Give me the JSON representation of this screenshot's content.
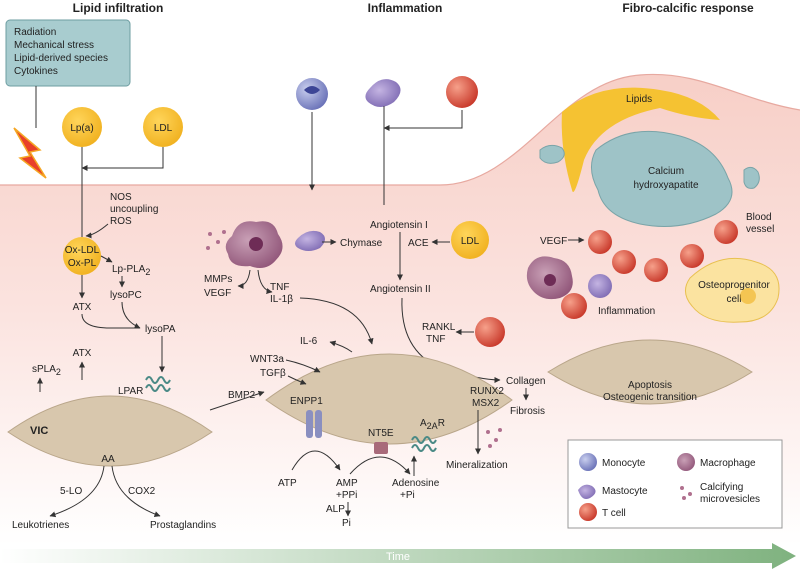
{
  "headers": {
    "lipid": "Lipid infiltration",
    "inflammation": "Inflammation",
    "fibro": "Fibro-calcific response"
  },
  "stimuli": [
    "Radiation",
    "Mechanical stress",
    "Lipid-derived species",
    "Cytokines"
  ],
  "lipid": {
    "lpa": "Lp(a)",
    "ldl": "LDL",
    "nos": [
      "NOS",
      "uncoupling",
      "ROS"
    ],
    "oxldl": [
      "Ox-LDL",
      "Ox-PL"
    ],
    "lppla2": "Lp-PLA",
    "lppla2_sub": "2",
    "lysopc": "lysoPC",
    "atx1": "ATX",
    "atx2": "ATX",
    "lysopa": "lysoPA",
    "spla2": "sPLA",
    "spla2_sub": "2",
    "lpar": "LPAR",
    "vic": "VIC",
    "aa": "AA",
    "lo5": "5-LO",
    "cox2": "COX2",
    "leukotrienes": "Leukotrienes",
    "prostaglandins": "Prostaglandins"
  },
  "inflam": {
    "mmps": "MMPs",
    "vegf": "VEGF",
    "tnf": "TNF",
    "il1b": "IL-1β",
    "il6": "IL-6",
    "wnt3a": "WNT3a",
    "tgfb": "TGFβ",
    "bmp2": "BMP2",
    "angI": "Angiotensin I",
    "chymase": "Chymase",
    "ace": "ACE",
    "ldl": "LDL",
    "angII": "Angiotensin II",
    "rankl": "RANKL",
    "tnf2": "TNF",
    "enpp1": "ENPP1",
    "nt5e": "NT5E",
    "a2ar": "A",
    "a2ar_sub": "2A",
    "a2ar_r": "R",
    "atp": "ATP",
    "amp": [
      "AMP",
      "+PPi"
    ],
    "alp": "ALP",
    "pi": "Pi",
    "adenosine": [
      "Adenosine",
      "+Pi"
    ],
    "runx2": [
      "RUNX2",
      "MSX2"
    ],
    "collagen": "Collagen",
    "fibrosis": "Fibrosis",
    "mineralization": "Mineralization"
  },
  "fibro": {
    "lipids": "Lipids",
    "calcium": [
      "Calcium",
      "hydroxyapatite"
    ],
    "blood_vessel": [
      "Blood",
      "vessel"
    ],
    "vegf": "VEGF",
    "osteo": [
      "Osteoprogenitor",
      "cell"
    ],
    "inflammation": "Inflammation",
    "apoptosis": [
      "Apoptosis",
      "Osteogenic transition"
    ]
  },
  "legend": {
    "monocyte": "Monocyte",
    "macrophage": "Macrophage",
    "mastocyte": "Mastocyte",
    "microvesicles": [
      "Calcifying",
      "microvesicles"
    ],
    "tcell": "T cell"
  },
  "time": "Time",
  "colors": {
    "tissue": "#f7d2cc",
    "lipid": "#f5c232",
    "cell": "#d8c7ad",
    "arrow": "#333333"
  }
}
